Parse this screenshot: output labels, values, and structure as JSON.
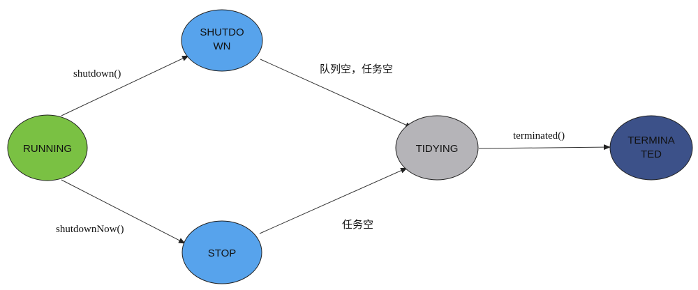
{
  "diagram": {
    "nodes": {
      "running": {
        "label_lines": [
          "RUNNING"
        ],
        "color": "#7ac143"
      },
      "shutdown": {
        "label_lines": [
          "SHUTDO",
          "WN"
        ],
        "color": "#57a3ec"
      },
      "stop": {
        "label_lines": [
          "STOP"
        ],
        "color": "#57a3ec"
      },
      "tidying": {
        "label_lines": [
          "TIDYING"
        ],
        "color": "#b5b4b8"
      },
      "terminated": {
        "label_lines": [
          "TERMINA",
          "TED"
        ],
        "color": "#3c5189"
      }
    },
    "edges": {
      "running_to_shutdown": {
        "label": "shutdown()"
      },
      "running_to_stop": {
        "label": "shutdownNow()"
      },
      "shutdown_to_tidying": {
        "label": "队列空，任务空"
      },
      "stop_to_tidying": {
        "label": "任务空"
      },
      "tidying_to_terminated": {
        "label": "terminated()"
      }
    },
    "edge_color": "#333333"
  }
}
